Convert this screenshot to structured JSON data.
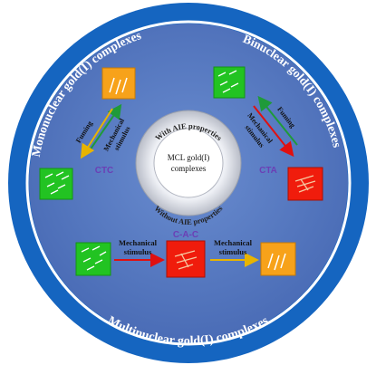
{
  "outer_ring": {
    "labels": {
      "mononuclear": "Mononuclear gold(I) complexes",
      "binuclear": "Binuclear gold(I) complexes",
      "multinuclear": "Multinuclear gold(I) complexes"
    }
  },
  "center": {
    "top_label": "With AIE properties",
    "bottom_label": "Without AIE properties",
    "core_line1": "MCL gold(I)",
    "core_line2": "complexes"
  },
  "sections": {
    "ctc": {
      "label": "CTC",
      "up_arrow_label": "Fuming",
      "down_arrow_label_line1": "Mechanical",
      "down_arrow_label_line2": "stimulus"
    },
    "cta": {
      "label": "CTA",
      "arrow_to_red_label_line1": "Mechanical",
      "arrow_to_red_label_line2": "stimulus",
      "arrow_back_label": "Fuming"
    },
    "cac": {
      "label": "C-A-C",
      "arrow1_line1": "Mechanical",
      "arrow1_line2": "stimulus",
      "arrow2_line1": "Mechanical",
      "arrow2_line2": "stimulus"
    }
  },
  "colors": {
    "ring_blue": "#1565c0",
    "panel_blue": "#5b7fc4",
    "green": "#22c322",
    "orange": "#f7a21a",
    "red": "#f01c0c",
    "label_purple": "#6b3fb5",
    "arrow_red": "#e01010",
    "arrow_green": "#1f9a3a",
    "arrow_yellow": "#e8b400"
  }
}
